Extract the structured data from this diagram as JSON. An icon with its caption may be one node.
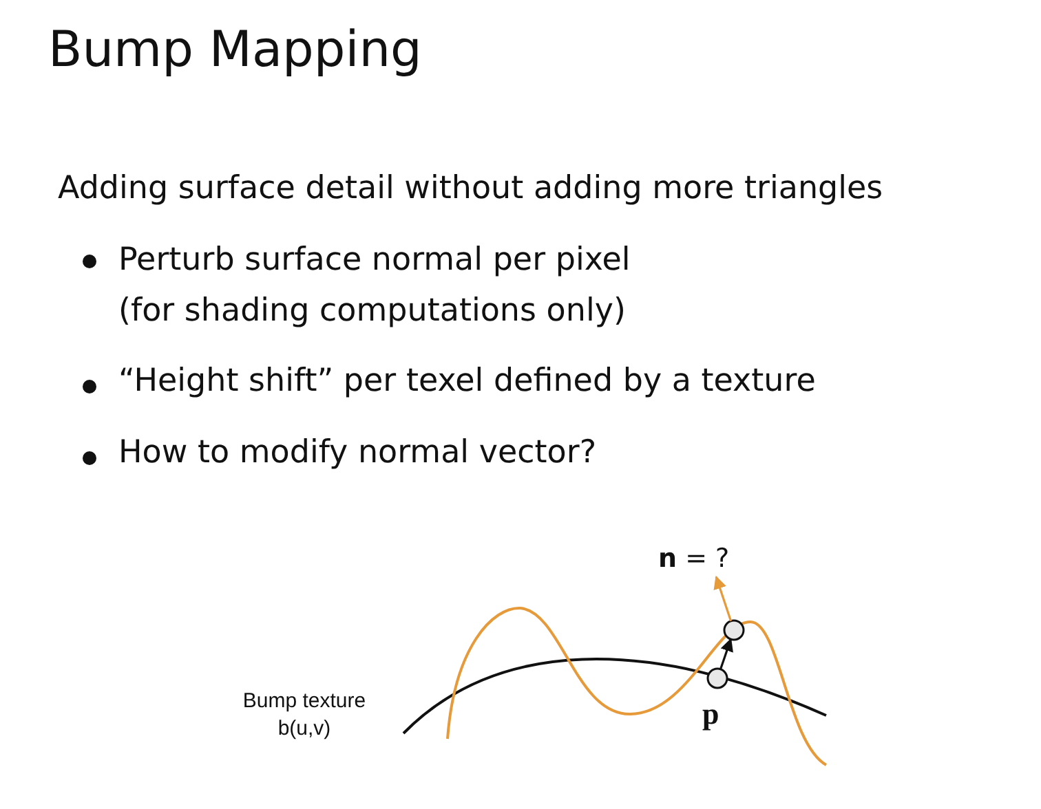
{
  "diagram": {
    "title": "Bump Mapping",
    "nodes": [
      {
        "text": [],
        "shape": "circle",
        "beside": [
          "p"
        ]
      },
      {
        "text": [],
        "shape": "circle"
      },
      {
        "text": [
          "**n** = ?"
        ]
      }
    ],
    "edges": [
      {
        "from": 0,
        "to": 1,
        "arrow": "to"
      },
      {
        "from": 1,
        "to": 2,
        "arrow": "to",
        "color": "#e69a3a"
      }
    ],
    "labels": [
      "Adding surface detail without adding more triangles",
      "Perturb surface normal per pixel (for shading computations only)",
      "“Height shift” per texel defined by a texture",
      "How to modify normal vector?",
      "Bump texture b(u,v)"
    ]
  }
}
